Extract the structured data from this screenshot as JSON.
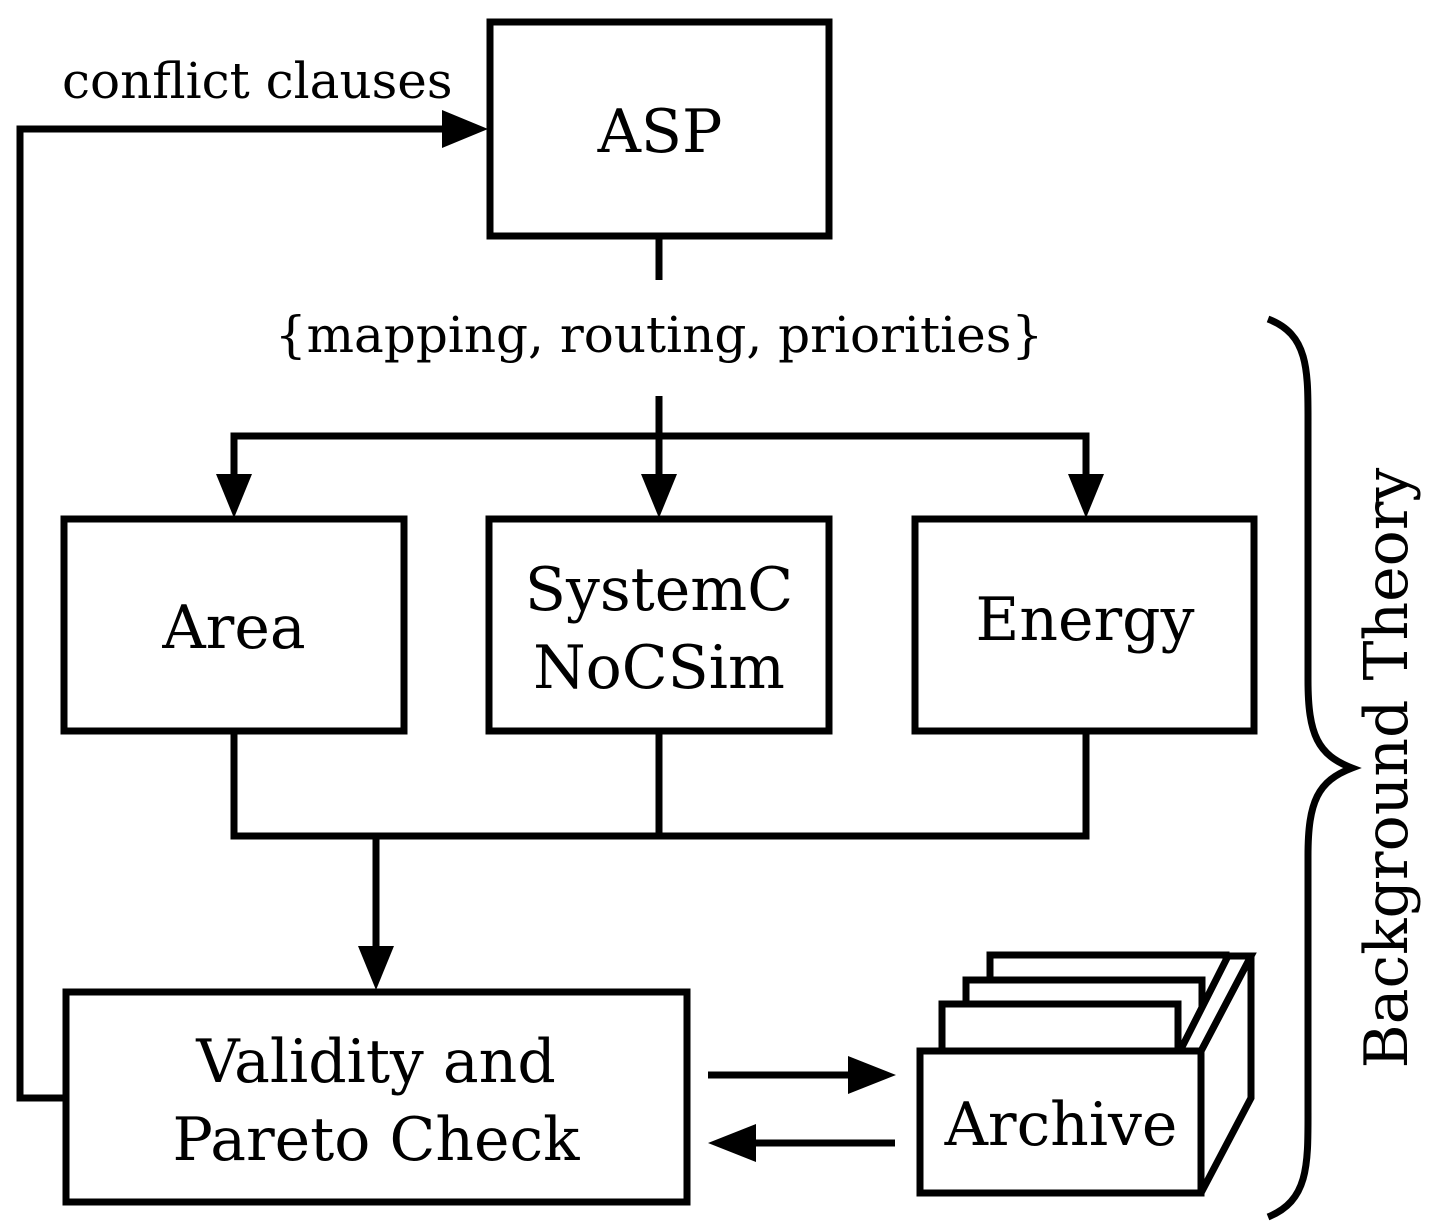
{
  "diagram": {
    "asp_label": "ASP",
    "conflict_label": "conflict clauses",
    "outputs_label": "{mapping, routing, priorities}",
    "area_label": "Area",
    "sim_line1": "SystemC",
    "sim_line2": "NoCSim",
    "energy_label": "Energy",
    "check_line1": "Validity and",
    "check_line2": "Pareto Check",
    "archive_label": "Archive",
    "brace_label": "Background Theory"
  },
  "colors": {
    "stroke": "#000000",
    "background": "#ffffff"
  }
}
